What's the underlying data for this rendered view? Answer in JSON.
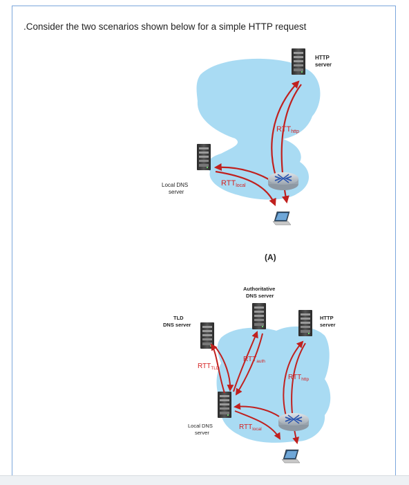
{
  "question": ".Consider the two scenarios shown below for a simple HTTP request",
  "scenario_a": {
    "caption": "(A)",
    "http_server_label": [
      "HTTP",
      "server"
    ],
    "local_dns_label": [
      "Local DNS",
      "server"
    ],
    "rtt_http": {
      "main": "RTT",
      "sub": "http"
    },
    "rtt_local": {
      "main": "RTT",
      "sub": "local"
    }
  },
  "scenario_b": {
    "authoritative_label": [
      "Authoritative",
      "DNS server"
    ],
    "tld_label": [
      "TLD",
      "DNS server"
    ],
    "http_server_label": [
      "HTTP",
      "server"
    ],
    "local_dns_label": [
      "Local DNS",
      "server"
    ],
    "rtt_tld": {
      "main": "RTT",
      "sub": "TLD"
    },
    "rtt_auth": {
      "main": "RTT",
      "sub": "auth"
    },
    "rtt_http": {
      "main": "RTT",
      "sub": "http"
    },
    "rtt_local": {
      "main": "RTT",
      "sub": "local"
    }
  },
  "colors": {
    "cloud": "#a9dbf3",
    "arrow": "#c0201e",
    "server_body": "#3c3c3c",
    "router": "#b9c2cc",
    "frame_border": "#7aa6dc"
  }
}
